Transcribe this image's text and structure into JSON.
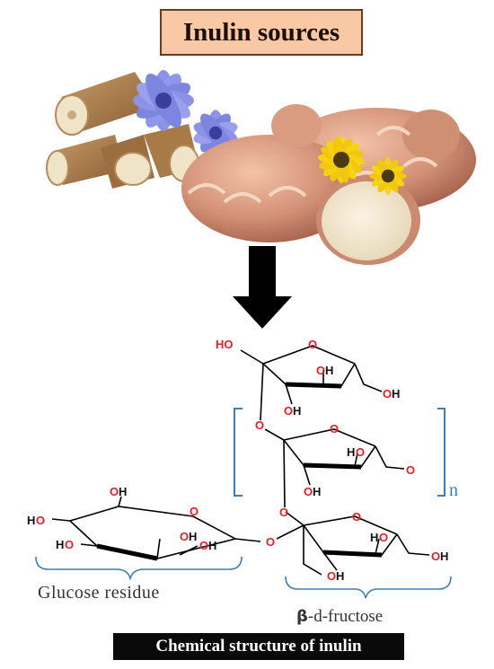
{
  "title": "Inulin sources",
  "labels": {
    "glucose": "Glucose residue",
    "fructose_prefix": "β",
    "fructose_suffix": "-d-fructose",
    "repeat_subscript": "n"
  },
  "caption": "Chemical structure of inulin",
  "atoms": {
    "oxygen": "O",
    "hydrogen": "H"
  },
  "colors": {
    "title_bg": "#f9c8a4",
    "title_border": "#6a3b22",
    "oxygen": "#e41e26",
    "bracket": "#3f7eb3",
    "caption_bg": "#0a0a0a"
  }
}
